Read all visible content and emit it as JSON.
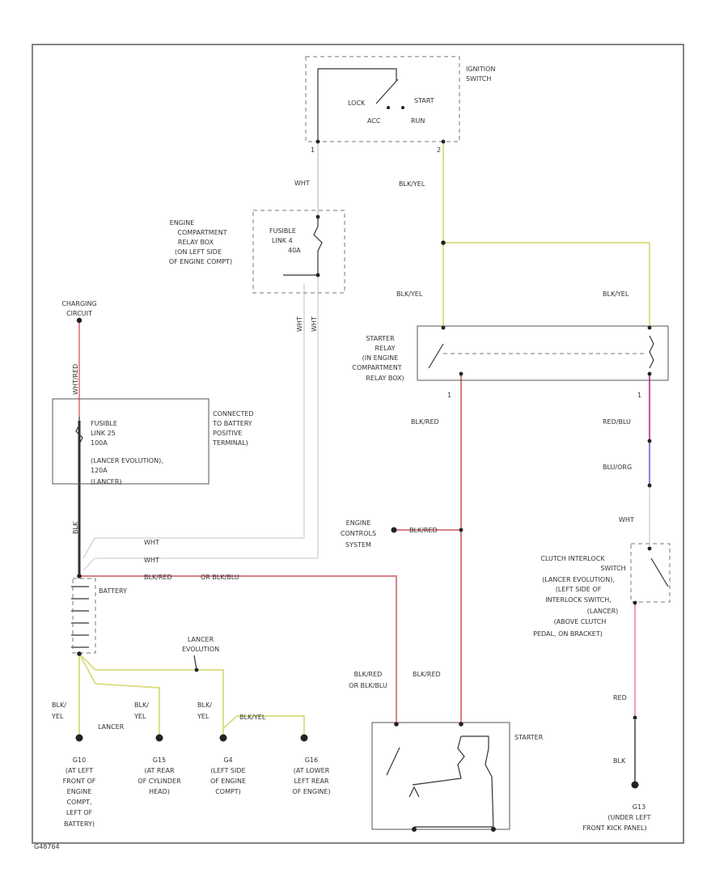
{
  "colors": {
    "wht": "#d8d8d8",
    "blkyel": "#dcdf8a",
    "blkred": "#d98088",
    "redblu": "#c85aa8",
    "blublk": "#8a8ae0",
    "red": "#f2a0a8",
    "blk": "#333333",
    "whtred": "#f08a96"
  },
  "components": {
    "ignition_switch": {
      "lines": [
        "IGNITION",
        "SWITCH"
      ],
      "positions": [
        "LOCK",
        "START",
        "ACC",
        "RUN"
      ],
      "pins": [
        "1",
        "2"
      ]
    },
    "engine_relay_box": {
      "lines": [
        "ENGINE",
        "COMPARTMENT",
        "RELAY BOX",
        "(ON LEFT SIDE",
        "OF ENGINE COMPT)"
      ]
    },
    "fusible_link_4": {
      "lines": [
        "FUSIBLE",
        "LINK 4",
        "40A"
      ]
    },
    "charging_circuit": {
      "lines": [
        "CHARGING",
        "CIRCUIT"
      ]
    },
    "fusible_link_25": {
      "lines": [
        "FUSIBLE",
        "LINK 25",
        "100A",
        "(LANCER EVOLUTION),",
        "120A",
        "(LANCER)"
      ]
    },
    "connected_battery": {
      "lines": [
        "CONNECTED",
        "TO BATTERY",
        "POSITIVE",
        "TERMINAL)"
      ]
    },
    "starter_relay": {
      "lines": [
        "STARTER",
        "RELAY",
        "(IN ENGINE",
        "COMPARTMENT",
        "RELAY BOX)"
      ],
      "pins": [
        "1",
        "1"
      ]
    },
    "engine_controls": {
      "lines": [
        "ENGINE",
        "CONTROLS",
        "SYSTEM"
      ]
    },
    "battery": {
      "label": "BATTERY"
    },
    "clutch_switch": {
      "lines": [
        "CLUTCH INTERLOCK",
        "SWITCH",
        "(LANCER EVOLUTION),",
        "(LEFT SIDE OF",
        "INTERLOCK SWITCH,",
        "(LANCER)",
        "(ABOVE CLUTCH",
        "PEDAL, ON BRACKET)"
      ]
    },
    "starter": {
      "label": "STARTER"
    },
    "lancer_evolution": {
      "lines": [
        "LANCER",
        "EVOLUTION"
      ]
    },
    "lancer": {
      "label": "LANCER"
    }
  },
  "grounds": [
    {
      "id": "G10",
      "lines": [
        "G10",
        "(AT LEFT",
        "FRONT OF",
        "ENGINE",
        "COMPT,",
        "LEFT OF",
        "BATTERY)"
      ]
    },
    {
      "id": "G15",
      "lines": [
        "G15",
        "(AT REAR",
        "OF CYLINDER",
        "HEAD)"
      ]
    },
    {
      "id": "G4",
      "lines": [
        "G4",
        "(LEFT SIDE",
        "OF ENGINE",
        "COMPT)"
      ]
    },
    {
      "id": "G16",
      "lines": [
        "G16",
        "(AT LOWER",
        "LEFT REAR",
        "OF ENGINE)"
      ]
    },
    {
      "id": "G13",
      "lines": [
        "G13",
        "(UNDER LEFT",
        "FRONT KICK PANEL)"
      ]
    }
  ],
  "wire_labels": {
    "wht_ign": "WHT",
    "blkyel_1": "BLK/YEL",
    "blkyel_2": "BLK/YEL",
    "blkyel_3": "BLK/YEL",
    "wht_fl1": "WHT",
    "wht_fl2": "WHT",
    "whtred": "WHT/RED",
    "blkred_relay": "BLK/RED",
    "redblu": "RED/BLU",
    "blublk": "BLU/ORG",
    "wht_clutch": "WHT",
    "blkred_ecm": "BLK/RED",
    "wht_bat1": "WHT",
    "wht_bat2": "WHT",
    "blkred_bat": "BLK/RED",
    "or_blkblu": "OR BLK/BLU",
    "blk_vert": "BLK",
    "blkred_or": [
      "BLK/RED",
      "OR BLK/BLU"
    ],
    "blkred_starter": "BLK/RED",
    "blkyel_g10": [
      "BLK/",
      "YEL"
    ],
    "blkyel_g15": [
      "BLK/",
      "YEL"
    ],
    "blkyel_g4": [
      "BLK/",
      "YEL"
    ],
    "blkyel_g16": "BLK/YEL",
    "red": "RED",
    "blk": "BLK"
  },
  "footer_code": "G48764"
}
